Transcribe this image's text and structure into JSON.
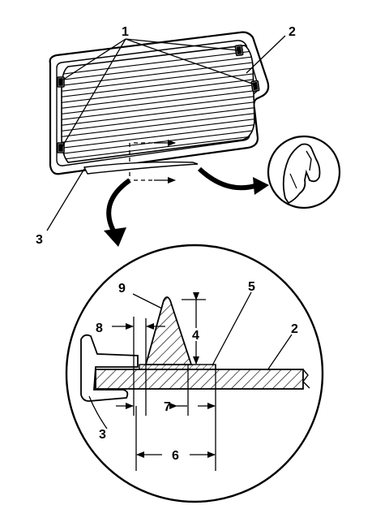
{
  "diagram": {
    "callouts": {
      "c1": "1",
      "c2": "2",
      "c3": "3",
      "c4": "4",
      "c5": "5",
      "c6": "6",
      "c7": "7",
      "c8": "8",
      "c9": "9"
    }
  }
}
